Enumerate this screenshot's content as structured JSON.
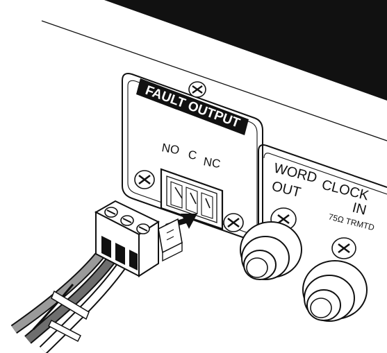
{
  "panel": {
    "fault_output_label": "FAULT OUTPUT",
    "terminal_labels": {
      "no": "NO",
      "c": "C",
      "nc": "NC"
    },
    "word_clock": {
      "word": "WORD",
      "clock": "CLOCK",
      "out": "OUT",
      "in": "IN",
      "impedance": "75Ω TRMTD"
    }
  },
  "icons": {
    "screws": "cross-head-screw-icon",
    "insert_arrow": "arrow-icon",
    "bnc_out": "bnc-connector-icon",
    "bnc_in": "bnc-connector-icon",
    "plug": "terminal-block-plug-icon",
    "cable": "cable-bundle-icon"
  },
  "colors": {
    "ink": "#111111",
    "background": "#ffffff",
    "cable_light": "#9a9a9a",
    "cable_mid": "#6e6e6e"
  }
}
